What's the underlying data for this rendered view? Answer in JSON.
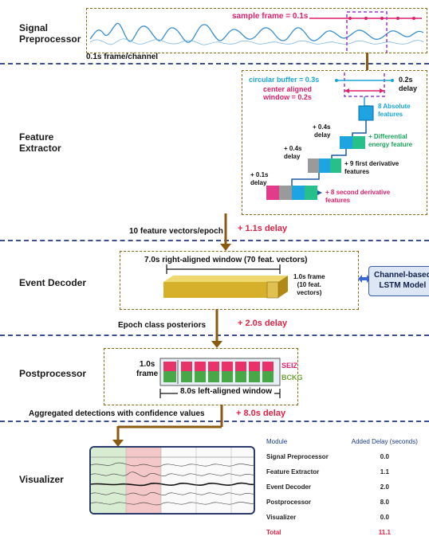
{
  "stages": {
    "signal_preprocessor": "Signal\nPreprocessor",
    "feature_extractor": "Feature\nExtractor",
    "event_decoder": "Event Decoder",
    "postprocessor": "Postprocessor",
    "visualizer": "Visualizer"
  },
  "signal": {
    "sample_frame": "sample frame = 0.1s",
    "frame_channel": "0.1s frame/channel"
  },
  "feature": {
    "circular_buffer": "circular buffer = 0.3s",
    "center_window": "center aligned\nwindow = 0.2s",
    "delay_02": "0.2s\ndelay",
    "absolute": "8 Absolute\nfeatures",
    "delay_04a": "+ 0.4s\ndelay",
    "differential": "+ Differential\nenergy feature",
    "delay_04b": "+ 0.4s\ndelay",
    "first_deriv": "+ 9 first derivative\nfeatures",
    "delay_01": "+ 0.1s\ndelay",
    "second_deriv": "+ 8 second derivative\nfeatures"
  },
  "between": {
    "feature_vectors": "10 feature vectors/epoch",
    "delay_11": "+ 1.1s delay",
    "epoch_posteriors": "Epoch class posteriors",
    "delay_20": "+ 2.0s delay",
    "aggregated": "Aggregated detections with confidence values",
    "delay_80": "+ 8.0s delay"
  },
  "decoder": {
    "window": "7.0s right-aligned window (70 feat. vectors)",
    "frame": "1.0s frame\n(10 feat.\nvectors)",
    "model": "Channel-based\nLSTM Model"
  },
  "post": {
    "frame": "1.0s\nframe",
    "seiz": "SEIZ",
    "bckg": "BCKG",
    "window": "8.0s left-aligned window"
  },
  "table": {
    "header_module": "Module",
    "header_delay": "Added Delay (seconds)",
    "rows": [
      {
        "module": "Signal Preprocessor",
        "delay": "0.0"
      },
      {
        "module": "Feature Extractor",
        "delay": "1.1"
      },
      {
        "module": "Event Decoder",
        "delay": "2.0"
      },
      {
        "module": "Postprocessor",
        "delay": "8.0"
      },
      {
        "module": "Visualizer",
        "delay": "0.0"
      },
      {
        "module": "Total",
        "delay": "11.1"
      }
    ]
  },
  "colors": {
    "accent_pink": "#e0206a",
    "accent_red": "#e02244",
    "accent_cyan": "#1aa6d8",
    "divider": "#3d4f8f",
    "arrow": "#8a5a10",
    "gold": "#d6b02a"
  }
}
